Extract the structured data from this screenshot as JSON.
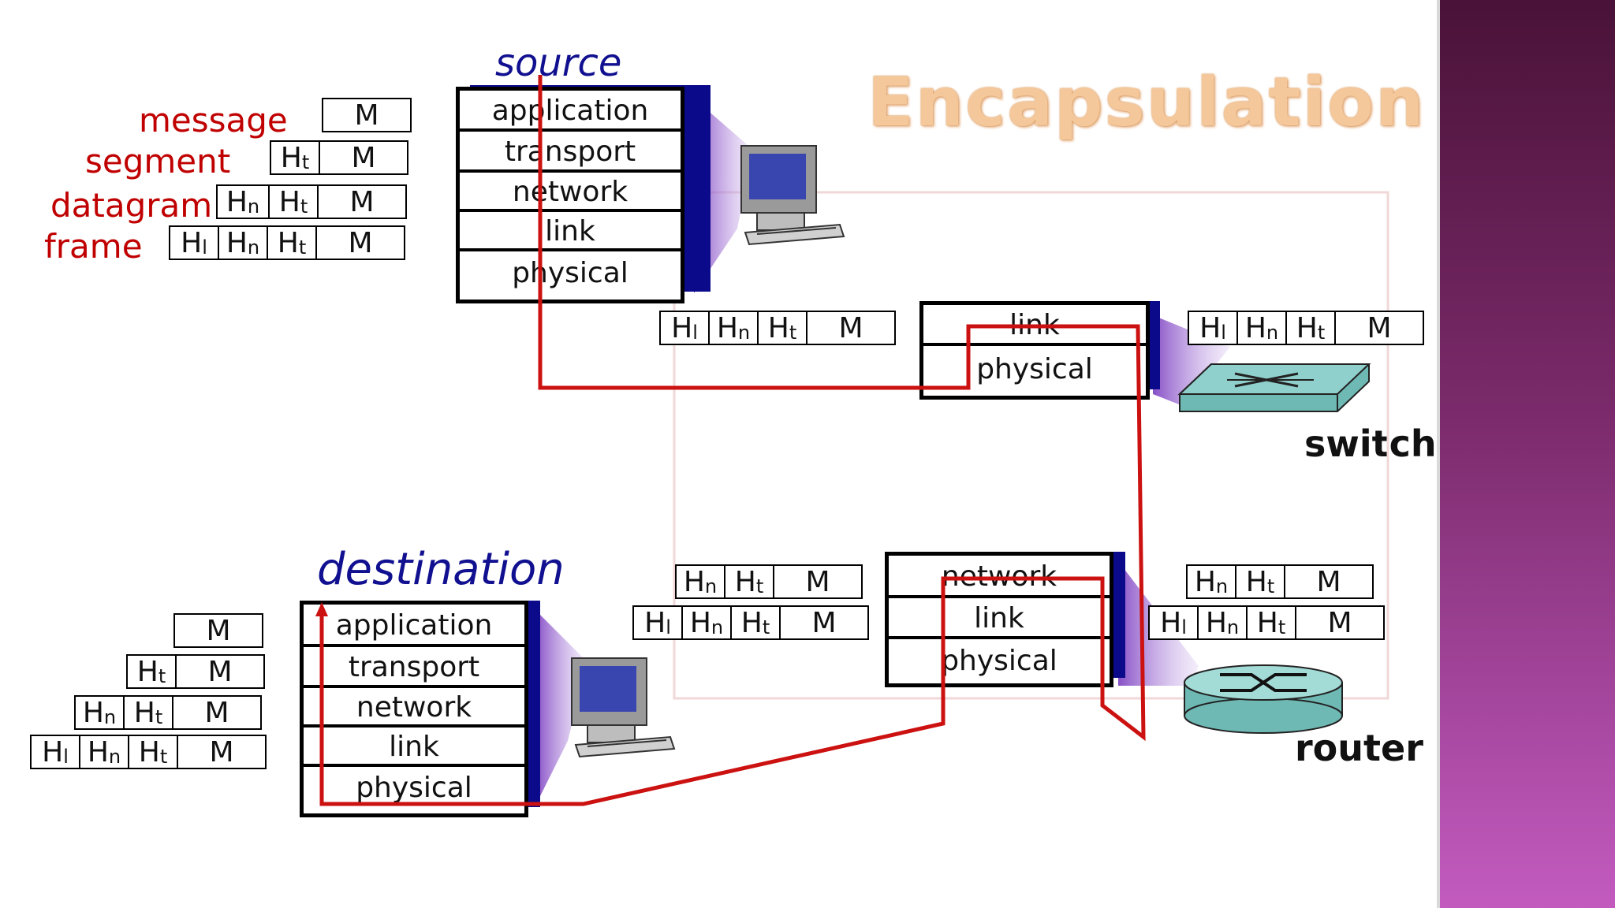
{
  "title": "Encapsulation",
  "colors": {
    "accent_red": "#c00000",
    "stack_shadow": "#0a0a8a",
    "title_fill": "#f4c89a",
    "sidebar": "#7a2a6a"
  },
  "labels": {
    "source": "source",
    "destination": "destination",
    "switch": "switch",
    "router": "router",
    "message": "message",
    "segment": "segment",
    "datagram": "datagram",
    "frame": "frame"
  },
  "stacks": {
    "source": [
      "application",
      "transport",
      "network",
      "link",
      "physical"
    ],
    "destination": [
      "application",
      "transport",
      "network",
      "link",
      "physical"
    ],
    "switch": [
      "link",
      "physical"
    ],
    "router": [
      "network",
      "link",
      "physical"
    ]
  },
  "headers": {
    "M": "M",
    "H": "H",
    "t": "t",
    "n": "n",
    "l": "l"
  },
  "icons": [
    "desktop-computer-icon",
    "network-switch-icon",
    "router-icon"
  ]
}
